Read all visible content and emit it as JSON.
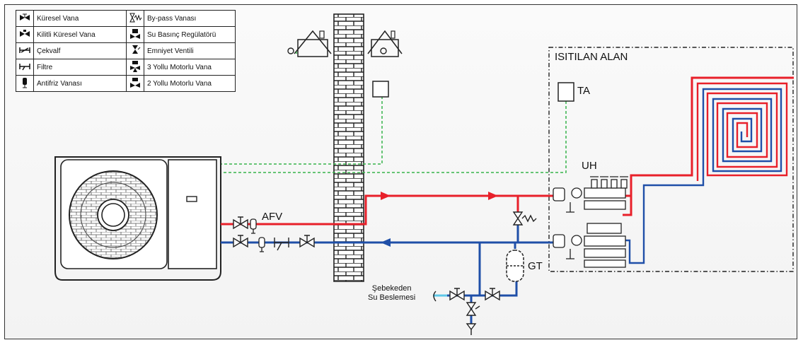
{
  "legend": [
    {
      "left": {
        "icon": "ball-valve-icon",
        "label": "Küresel Vana"
      },
      "right": {
        "icon": "bypass-valve-icon",
        "label": "By-pass Vanası"
      }
    },
    {
      "left": {
        "icon": "lockable-ball-valve-icon",
        "label": "Kilitli Küresel Vana"
      },
      "right": {
        "icon": "pressure-regulator-icon",
        "label": "Su Basınç Regülatörü"
      }
    },
    {
      "left": {
        "icon": "check-valve-icon",
        "label": "Çekvalf"
      },
      "right": {
        "icon": "safety-valve-icon",
        "label": "Emniyet Ventili"
      }
    },
    {
      "left": {
        "icon": "filter-icon",
        "label": "Filtre"
      },
      "right": {
        "icon": "three-way-motorized-valve-icon",
        "label": "3 Yollu Motorlu Vana"
      }
    },
    {
      "left": {
        "icon": "antifreeze-valve-icon",
        "label": "Antifriz Vanası"
      },
      "right": {
        "icon": "two-way-motorized-valve-icon",
        "label": "2 Yollu Motorlu Vana"
      }
    }
  ],
  "labels": {
    "heated_area": "ISITILAN ALAN",
    "ta": "TA",
    "uh": "UH",
    "afv": "AFV",
    "gt": "GT",
    "supply_line1": "Şebekeden",
    "supply_line2": "Su Beslemesi"
  },
  "colors": {
    "supply": "#e8202a",
    "return": "#1f4fa8",
    "control": "#36b34a",
    "feed": "#5ec8e8"
  }
}
